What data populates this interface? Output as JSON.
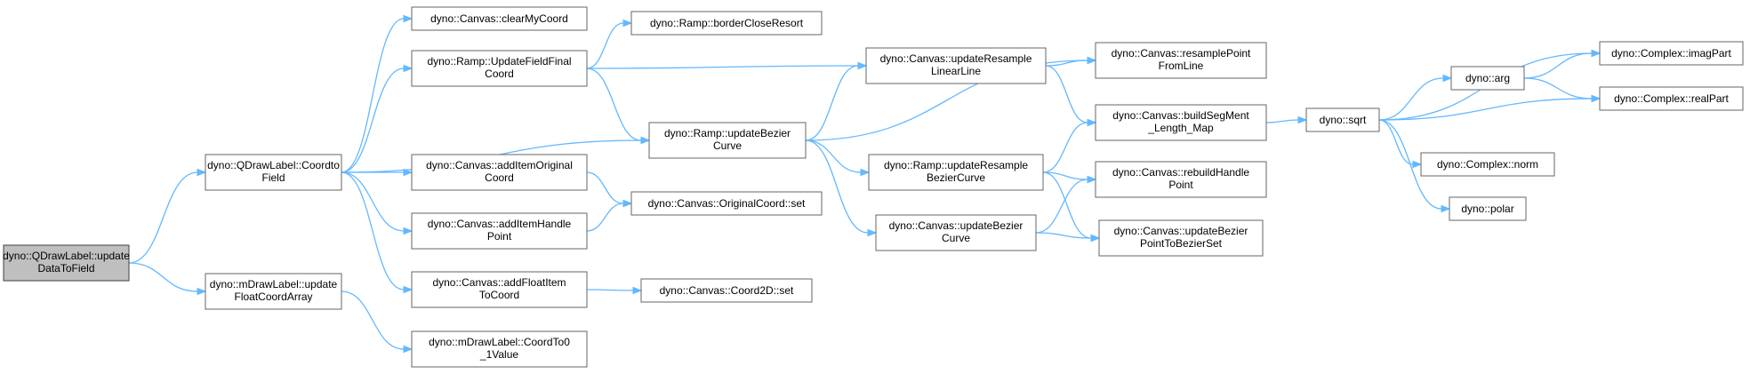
{
  "nodes": {
    "n_root": {
      "lines": [
        "dyno::QDrawLabel::update",
        "DataToField"
      ]
    },
    "n_coordtofield": {
      "lines": [
        "dyno::QDrawLabel::Coordto",
        "Field"
      ]
    },
    "n_updatefloatcoord": {
      "lines": [
        "dyno::mDrawLabel::update",
        "FloatCoordArray"
      ]
    },
    "n_clearmycoord": {
      "lines": [
        "dyno::Canvas::clearMyCoord"
      ]
    },
    "n_updatefieldfinal": {
      "lines": [
        "dyno::Ramp::UpdateFieldFinal",
        "Coord"
      ]
    },
    "n_additemoriginal": {
      "lines": [
        "dyno::Canvas::addItemOriginal",
        "Coord"
      ]
    },
    "n_additemhandle": {
      "lines": [
        "dyno::Canvas::addItemHandle",
        "Point"
      ]
    },
    "n_addfloatitem": {
      "lines": [
        "dyno::Canvas::addFloatItem",
        "ToCoord"
      ]
    },
    "n_coordto01": {
      "lines": [
        "dyno::mDrawLabel::CoordTo0",
        "_1Value"
      ]
    },
    "n_bordercloseresort": {
      "lines": [
        "dyno::Ramp::borderCloseResort"
      ]
    },
    "n_rampupdatebezier": {
      "lines": [
        "dyno::Ramp::updateBezier",
        "Curve"
      ]
    },
    "n_originalcoordset": {
      "lines": [
        "dyno::Canvas::OriginalCoord::set"
      ]
    },
    "n_coord2dset": {
      "lines": [
        "dyno::Canvas::Coord2D::set"
      ]
    },
    "n_updateresamplelinear": {
      "lines": [
        "dyno::Canvas::updateResample",
        "LinearLine"
      ]
    },
    "n_rampupdateresample": {
      "lines": [
        "dyno::Ramp::updateResample",
        "BezierCurve"
      ]
    },
    "n_canvasupdatebezier": {
      "lines": [
        "dyno::Canvas::updateBezier",
        "Curve"
      ]
    },
    "n_resamplepoint": {
      "lines": [
        "dyno::Canvas::resamplePoint",
        "FromLine"
      ]
    },
    "n_buildsegment": {
      "lines": [
        "dyno::Canvas::buildSegMent",
        "_Length_Map"
      ]
    },
    "n_rebuildhandle": {
      "lines": [
        "dyno::Canvas::rebuildHandle",
        "Point"
      ]
    },
    "n_updatebezierpoint": {
      "lines": [
        "dyno::Canvas::updateBezier",
        "PointToBezierSet"
      ]
    },
    "n_sqrt": {
      "lines": [
        "dyno::sqrt"
      ]
    },
    "n_arg": {
      "lines": [
        "dyno::arg"
      ]
    },
    "n_norm": {
      "lines": [
        "dyno::Complex::norm"
      ]
    },
    "n_polar": {
      "lines": [
        "dyno::polar"
      ]
    },
    "n_imagpart": {
      "lines": [
        "dyno::Complex::imagPart"
      ]
    },
    "n_realpart": {
      "lines": [
        "dyno::Complex::realPart"
      ]
    }
  },
  "edges": [
    [
      "n_root",
      "n_coordtofield"
    ],
    [
      "n_root",
      "n_updatefloatcoord"
    ],
    [
      "n_coordtofield",
      "n_clearmycoord"
    ],
    [
      "n_coordtofield",
      "n_updatefieldfinal"
    ],
    [
      "n_coordtofield",
      "n_rampupdatebezier"
    ],
    [
      "n_coordtofield",
      "n_additemoriginal"
    ],
    [
      "n_coordtofield",
      "n_additemhandle"
    ],
    [
      "n_coordtofield",
      "n_addfloatitem"
    ],
    [
      "n_updatefloatcoord",
      "n_coordto01"
    ],
    [
      "n_updatefieldfinal",
      "n_bordercloseresort"
    ],
    [
      "n_updatefieldfinal",
      "n_updateresamplelinear"
    ],
    [
      "n_updatefieldfinal",
      "n_rampupdatebezier"
    ],
    [
      "n_additemoriginal",
      "n_originalcoordset"
    ],
    [
      "n_additemhandle",
      "n_originalcoordset"
    ],
    [
      "n_addfloatitem",
      "n_coord2dset"
    ],
    [
      "n_rampupdatebezier",
      "n_updateresamplelinear"
    ],
    [
      "n_rampupdatebezier",
      "n_resamplepoint"
    ],
    [
      "n_rampupdatebezier",
      "n_rampupdateresample"
    ],
    [
      "n_rampupdatebezier",
      "n_canvasupdatebezier"
    ],
    [
      "n_updateresamplelinear",
      "n_resamplepoint"
    ],
    [
      "n_updateresamplelinear",
      "n_buildsegment"
    ],
    [
      "n_rampupdateresample",
      "n_buildsegment"
    ],
    [
      "n_rampupdateresample",
      "n_rebuildhandle"
    ],
    [
      "n_rampupdateresample",
      "n_updatebezierpoint"
    ],
    [
      "n_canvasupdatebezier",
      "n_rebuildhandle"
    ],
    [
      "n_canvasupdatebezier",
      "n_updatebezierpoint"
    ],
    [
      "n_buildsegment",
      "n_sqrt"
    ],
    [
      "n_sqrt",
      "n_imagpart"
    ],
    [
      "n_sqrt",
      "n_arg"
    ],
    [
      "n_sqrt",
      "n_realpart"
    ],
    [
      "n_sqrt",
      "n_norm"
    ],
    [
      "n_sqrt",
      "n_polar"
    ],
    [
      "n_arg",
      "n_imagpart"
    ],
    [
      "n_arg",
      "n_realpart"
    ]
  ],
  "colors": {
    "edge": "#63b8ff",
    "node_border": "#666666",
    "root_fill": "#bfbfbf"
  }
}
